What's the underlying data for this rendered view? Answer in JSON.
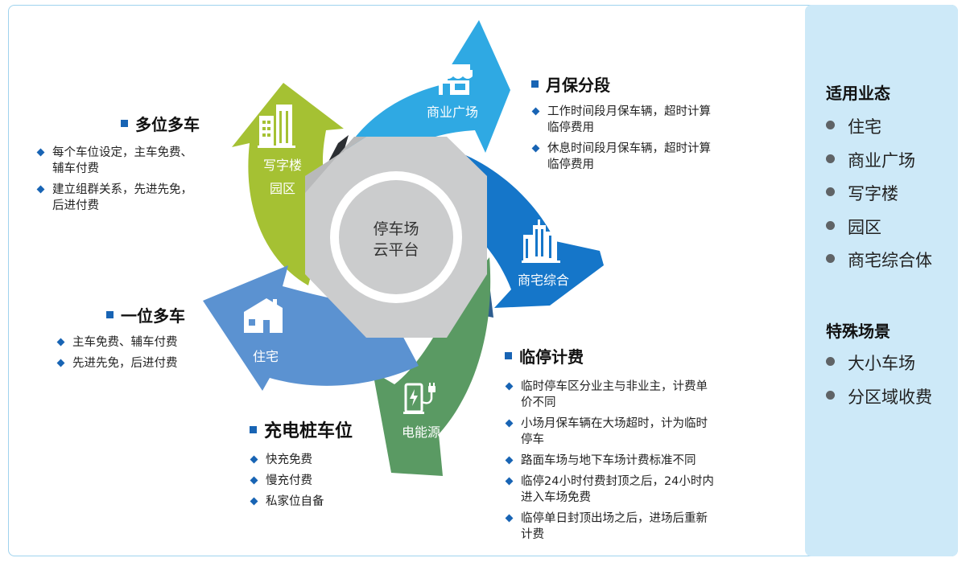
{
  "diagram": {
    "center_line1": "停车场",
    "center_line2": "云平台",
    "segments": {
      "office": {
        "line1": "写字楼",
        "line2": "园区",
        "color": "#a5c133",
        "icon": "office-building-icon"
      },
      "commercial": {
        "label": "商业广场",
        "color": "#2fa9e3",
        "icon": "storefront-icon"
      },
      "mixed": {
        "label": "商宅综合",
        "color": "#1576c9",
        "icon": "city-buildings-icon"
      },
      "energy": {
        "label": "电能源",
        "color": "#5a9a63",
        "icon": "ev-charger-icon"
      },
      "residence": {
        "label": "住宅",
        "color": "#5b92d1",
        "icon": "house-icon"
      }
    }
  },
  "blocks": {
    "multi": {
      "title": "多位多车",
      "items": [
        [
          "每个车位设定，主车免费、",
          "辅车付费"
        ],
        [
          "建立组群关系，先进先免，",
          "后进付费"
        ]
      ]
    },
    "single": {
      "title": "一位多车",
      "items": [
        [
          "主车免费、辅车付费"
        ],
        [
          "先进先免，后进付费"
        ]
      ]
    },
    "charging": {
      "title": "充电桩车位",
      "items": [
        [
          "快充免费"
        ],
        [
          "慢充付费"
        ],
        [
          "私家位自备"
        ]
      ]
    },
    "monthly": {
      "title": "月保分段",
      "items": [
        [
          "工作时间段月保车辆，超时计算",
          "临停费用"
        ],
        [
          "休息时间段月保车辆，超时计算",
          "临停费用"
        ]
      ]
    },
    "temp": {
      "title": "临停计费",
      "items": [
        [
          "临时停车区分业主与非业主，计费单",
          "价不同"
        ],
        [
          "小场月保车辆在大场超时，计为临时",
          "停车"
        ],
        [
          "路面车场与地下车场计费标准不同"
        ],
        [
          "临停24小时付费封顶之后，24小时内",
          "进入车场免费"
        ],
        [
          "临停单日封顶出场之后，进场后重新",
          "计费"
        ]
      ]
    }
  },
  "sidebar": {
    "heading1": "适用业态",
    "list1": [
      "住宅",
      "商业广场",
      "写字楼",
      "园区",
      "商宅综合体"
    ],
    "heading2": "特殊场景",
    "list2": [
      "大小车场",
      "分区域收费"
    ]
  }
}
